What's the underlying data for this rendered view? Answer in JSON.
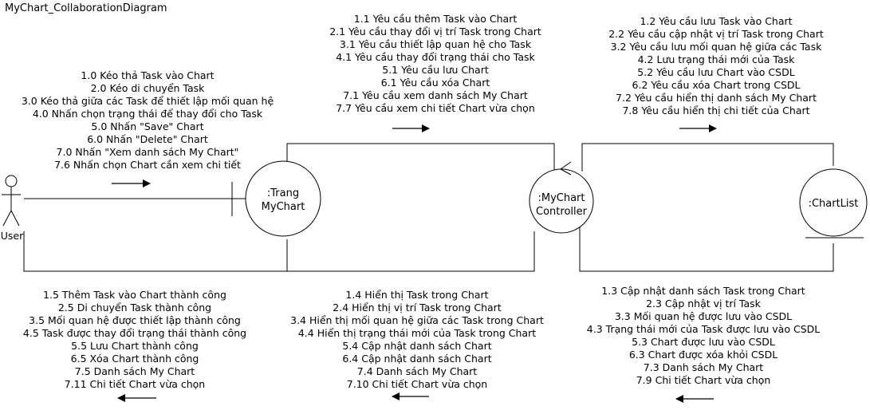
{
  "diagram_title": "MyChart_CollaborationDiagram",
  "actor": {
    "label": "User"
  },
  "objects": {
    "trang_mychart": [
      ":Trang",
      "MyChart"
    ],
    "mychart_controller": [
      ":MyChart",
      "Controller"
    ],
    "chartlist": ":ChartList"
  },
  "messages": {
    "user_to_page": [
      "1.0 Kéo thả Task vào Chart",
      "2.0 Kéo di chuyển Task",
      "3.0 Kéo thả giữa các Task để thiết lập mối quan hệ",
      "4.0 Nhấn chọn trạng thái để thay đổi cho Task",
      "5.0 Nhấn \"Save\" Chart",
      "6.0 Nhấn \"Delete\" Chart",
      "7.0 Nhấn \"Xem danh sách My Chart\"",
      "7.6 Nhấn chọn Chart cần xem chi tiết"
    ],
    "page_to_controller": [
      "1.1 Yêu cầu thêm Task vào Chart",
      "2.1 Yêu cầu thay đổi vị trí Task trong Chart",
      "3.1 Yêu cầu thiết lập quan hệ cho Task",
      "4.1 Yêu cầu thay đổi trạng thái cho Task",
      "5.1 Yêu cầu lưu Chart",
      "6.1 Yêu cầu xóa Chart",
      "7.1 Yêu cầu xem danh sách My Chart",
      "7.7 Yêu cầu xem chi tiết Chart vừa chọn"
    ],
    "controller_to_list": [
      "1.2 Yêu cầu lưu Task vào Chart",
      "2.2 Yêu cầu cập nhật vị trí Task trong Chart",
      "3.2 Yêu cầu lưu mối quan hệ giữa các Task",
      "4.2 Lưu trạng thái mới của Task",
      "5.2 Yêu cầu lưu Chart vào CSDL",
      "6.2 Yêu cầu xóa Chart trong CSDL",
      "7.2 Yêu cầu hiển thị danh sách My Chart",
      "7.8 Yêu cầu hiển thị chi tiết của Chart"
    ],
    "page_to_user": [
      "1.5 Thêm Task vào Chart thành công",
      "2.5 Di chuyển Task thành công",
      "3.5 Mối quan hệ được thiết lập thành công",
      "4.5 Task được thay đổi trạng thái thành công",
      "5.5 Lưu Chart thành công",
      "6.5 Xóa Chart thành công",
      "7.5 Danh sách My Chart",
      "7.11 Chi tiết Chart vừa chọn"
    ],
    "controller_to_page": [
      "1.4 Hiển thị Task trong Chart",
      "2.4 Hiển thị vị trí Task trong Chart",
      "3.4 Hiển thị mối quan hệ giữa các Task trong Chart",
      "4.4 Hiển thị trạng thái mới của Task trong Chart",
      "5.4 Cập nhật danh sách Chart",
      "6.4 Cập nhật danh sách Chart",
      "7.4 Danh sách My Chart",
      "7.10 Chi tiết Chart vừa chọn"
    ],
    "list_to_controller": [
      "1.3 Cập nhật danh sách Task trong Chart",
      "2.3 Cập nhật vị trí Task",
      "3.3 Mối quan hệ được lưu vào CSDL",
      "4.3 Trạng thái mới của Task được lưu vào CSDL",
      "5.3 Chart được lưu vào CSDL",
      "6.3 Chart được xóa khỏi CSDL",
      "7.3 Danh sách My Chart",
      "7.9 Chi tiết Chart vừa chọn"
    ]
  }
}
